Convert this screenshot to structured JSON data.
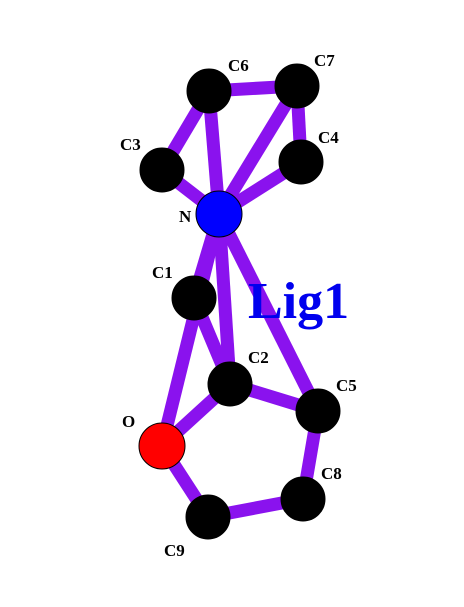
{
  "molecule": {
    "title": "Lig1",
    "title_color": "#0000ee",
    "bond_color": "#8a12ee",
    "atoms": [
      {
        "id": "C6",
        "label": "C6",
        "element": "C",
        "color": "#000000"
      },
      {
        "id": "C7",
        "label": "C7",
        "element": "C",
        "color": "#000000"
      },
      {
        "id": "C3",
        "label": "C3",
        "element": "C",
        "color": "#000000"
      },
      {
        "id": "C4",
        "label": "C4",
        "element": "C",
        "color": "#000000"
      },
      {
        "id": "N",
        "label": "N",
        "element": "N",
        "color": "#0000ff"
      },
      {
        "id": "C1",
        "label": "C1",
        "element": "C",
        "color": "#000000"
      },
      {
        "id": "C2",
        "label": "C2",
        "element": "C",
        "color": "#000000"
      },
      {
        "id": "C5",
        "label": "C5",
        "element": "C",
        "color": "#000000"
      },
      {
        "id": "O",
        "label": "O",
        "element": "O",
        "color": "#ff0000"
      },
      {
        "id": "C8",
        "label": "C8",
        "element": "C",
        "color": "#000000"
      },
      {
        "id": "C9",
        "label": "C9",
        "element": "C",
        "color": "#000000"
      }
    ],
    "bonds": [
      [
        "C6",
        "C7"
      ],
      [
        "C6",
        "C3"
      ],
      [
        "C6",
        "N"
      ],
      [
        "C7",
        "C4"
      ],
      [
        "C7",
        "N"
      ],
      [
        "C3",
        "N"
      ],
      [
        "C4",
        "N"
      ],
      [
        "N",
        "C1"
      ],
      [
        "N",
        "C2"
      ],
      [
        "N",
        "C5"
      ],
      [
        "N",
        "O"
      ],
      [
        "C1",
        "C2"
      ],
      [
        "C2",
        "O"
      ],
      [
        "C2",
        "C5"
      ],
      [
        "C5",
        "C8"
      ],
      [
        "C8",
        "C9"
      ],
      [
        "C9",
        "O"
      ]
    ]
  }
}
